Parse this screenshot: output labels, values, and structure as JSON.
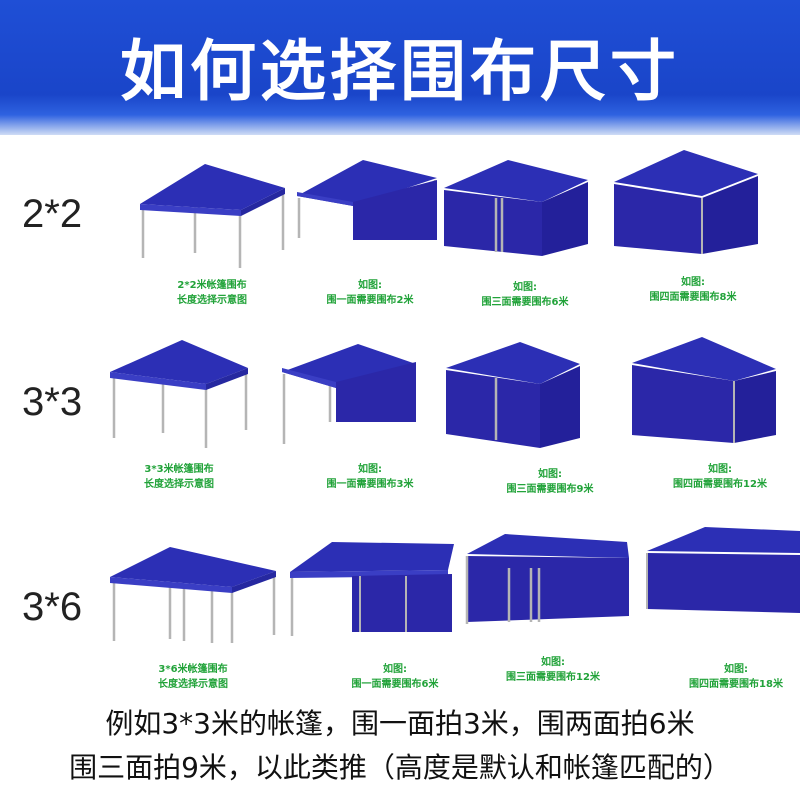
{
  "header": {
    "title": "如何选择围布尺寸"
  },
  "colors": {
    "banner_blue": "#1f4fd6",
    "tent_roof": "#2c2fb5",
    "tent_wall": "#2b27a8",
    "caption_green": "#22a33a",
    "frame_grey": "#b5b5b5"
  },
  "rows": [
    {
      "size": "2*2",
      "captions": [
        [
          "2*2米帐篷围布",
          "长度选择示意图"
        ],
        [
          "如图:",
          "围一面需要围布2米"
        ],
        [
          "如图:",
          "围三面需要围布6米"
        ],
        [
          "如图:",
          "围四面需要围布8米"
        ]
      ]
    },
    {
      "size": "3*3",
      "captions": [
        [
          "3*3米帐篷围布",
          "长度选择示意图"
        ],
        [
          "如图:",
          "围一面需要围布3米"
        ],
        [
          "如图:",
          "围三面需要围布9米"
        ],
        [
          "如图:",
          "围四面需要围布12米"
        ]
      ]
    },
    {
      "size": "3*6",
      "captions": [
        [
          "3*6米帐篷围布",
          "长度选择示意图"
        ],
        [
          "如图:",
          "围一面需要围布6米"
        ],
        [
          "如图:",
          "围三面需要围布12米"
        ],
        [
          "如图:",
          "围四面需要围布18米"
        ]
      ]
    }
  ],
  "footer": {
    "line1": "例如3*3米的帐篷，围一面拍3米，围两面拍6米",
    "line2": "围三面拍9米，以此类推（高度是默认和帐篷匹配的）"
  }
}
